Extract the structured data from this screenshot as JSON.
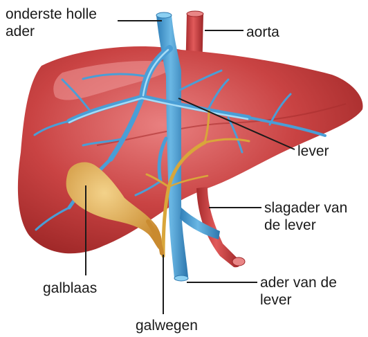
{
  "labels": {
    "inferior_vena_cava": [
      "onderste holle",
      "ader"
    ],
    "aorta": [
      "aorta"
    ],
    "liver": [
      "lever"
    ],
    "hepatic_artery": [
      "slagader van",
      "de lever"
    ],
    "gallbladder": [
      "galblaas"
    ],
    "hepatic_vein": [
      "ader van de",
      "lever"
    ],
    "bile_ducts": [
      "galwegen"
    ]
  },
  "colors": {
    "liver": "#c23a3a",
    "liver_light": "#e27070",
    "vein": "#3c8fc8",
    "vein_light": "#7fc4ea",
    "artery": "#c83a3c",
    "gallbladder": "#d8a24a",
    "bile": "#d9a63a",
    "leader": "#1a1a1a",
    "text": "#1a1a1a"
  }
}
